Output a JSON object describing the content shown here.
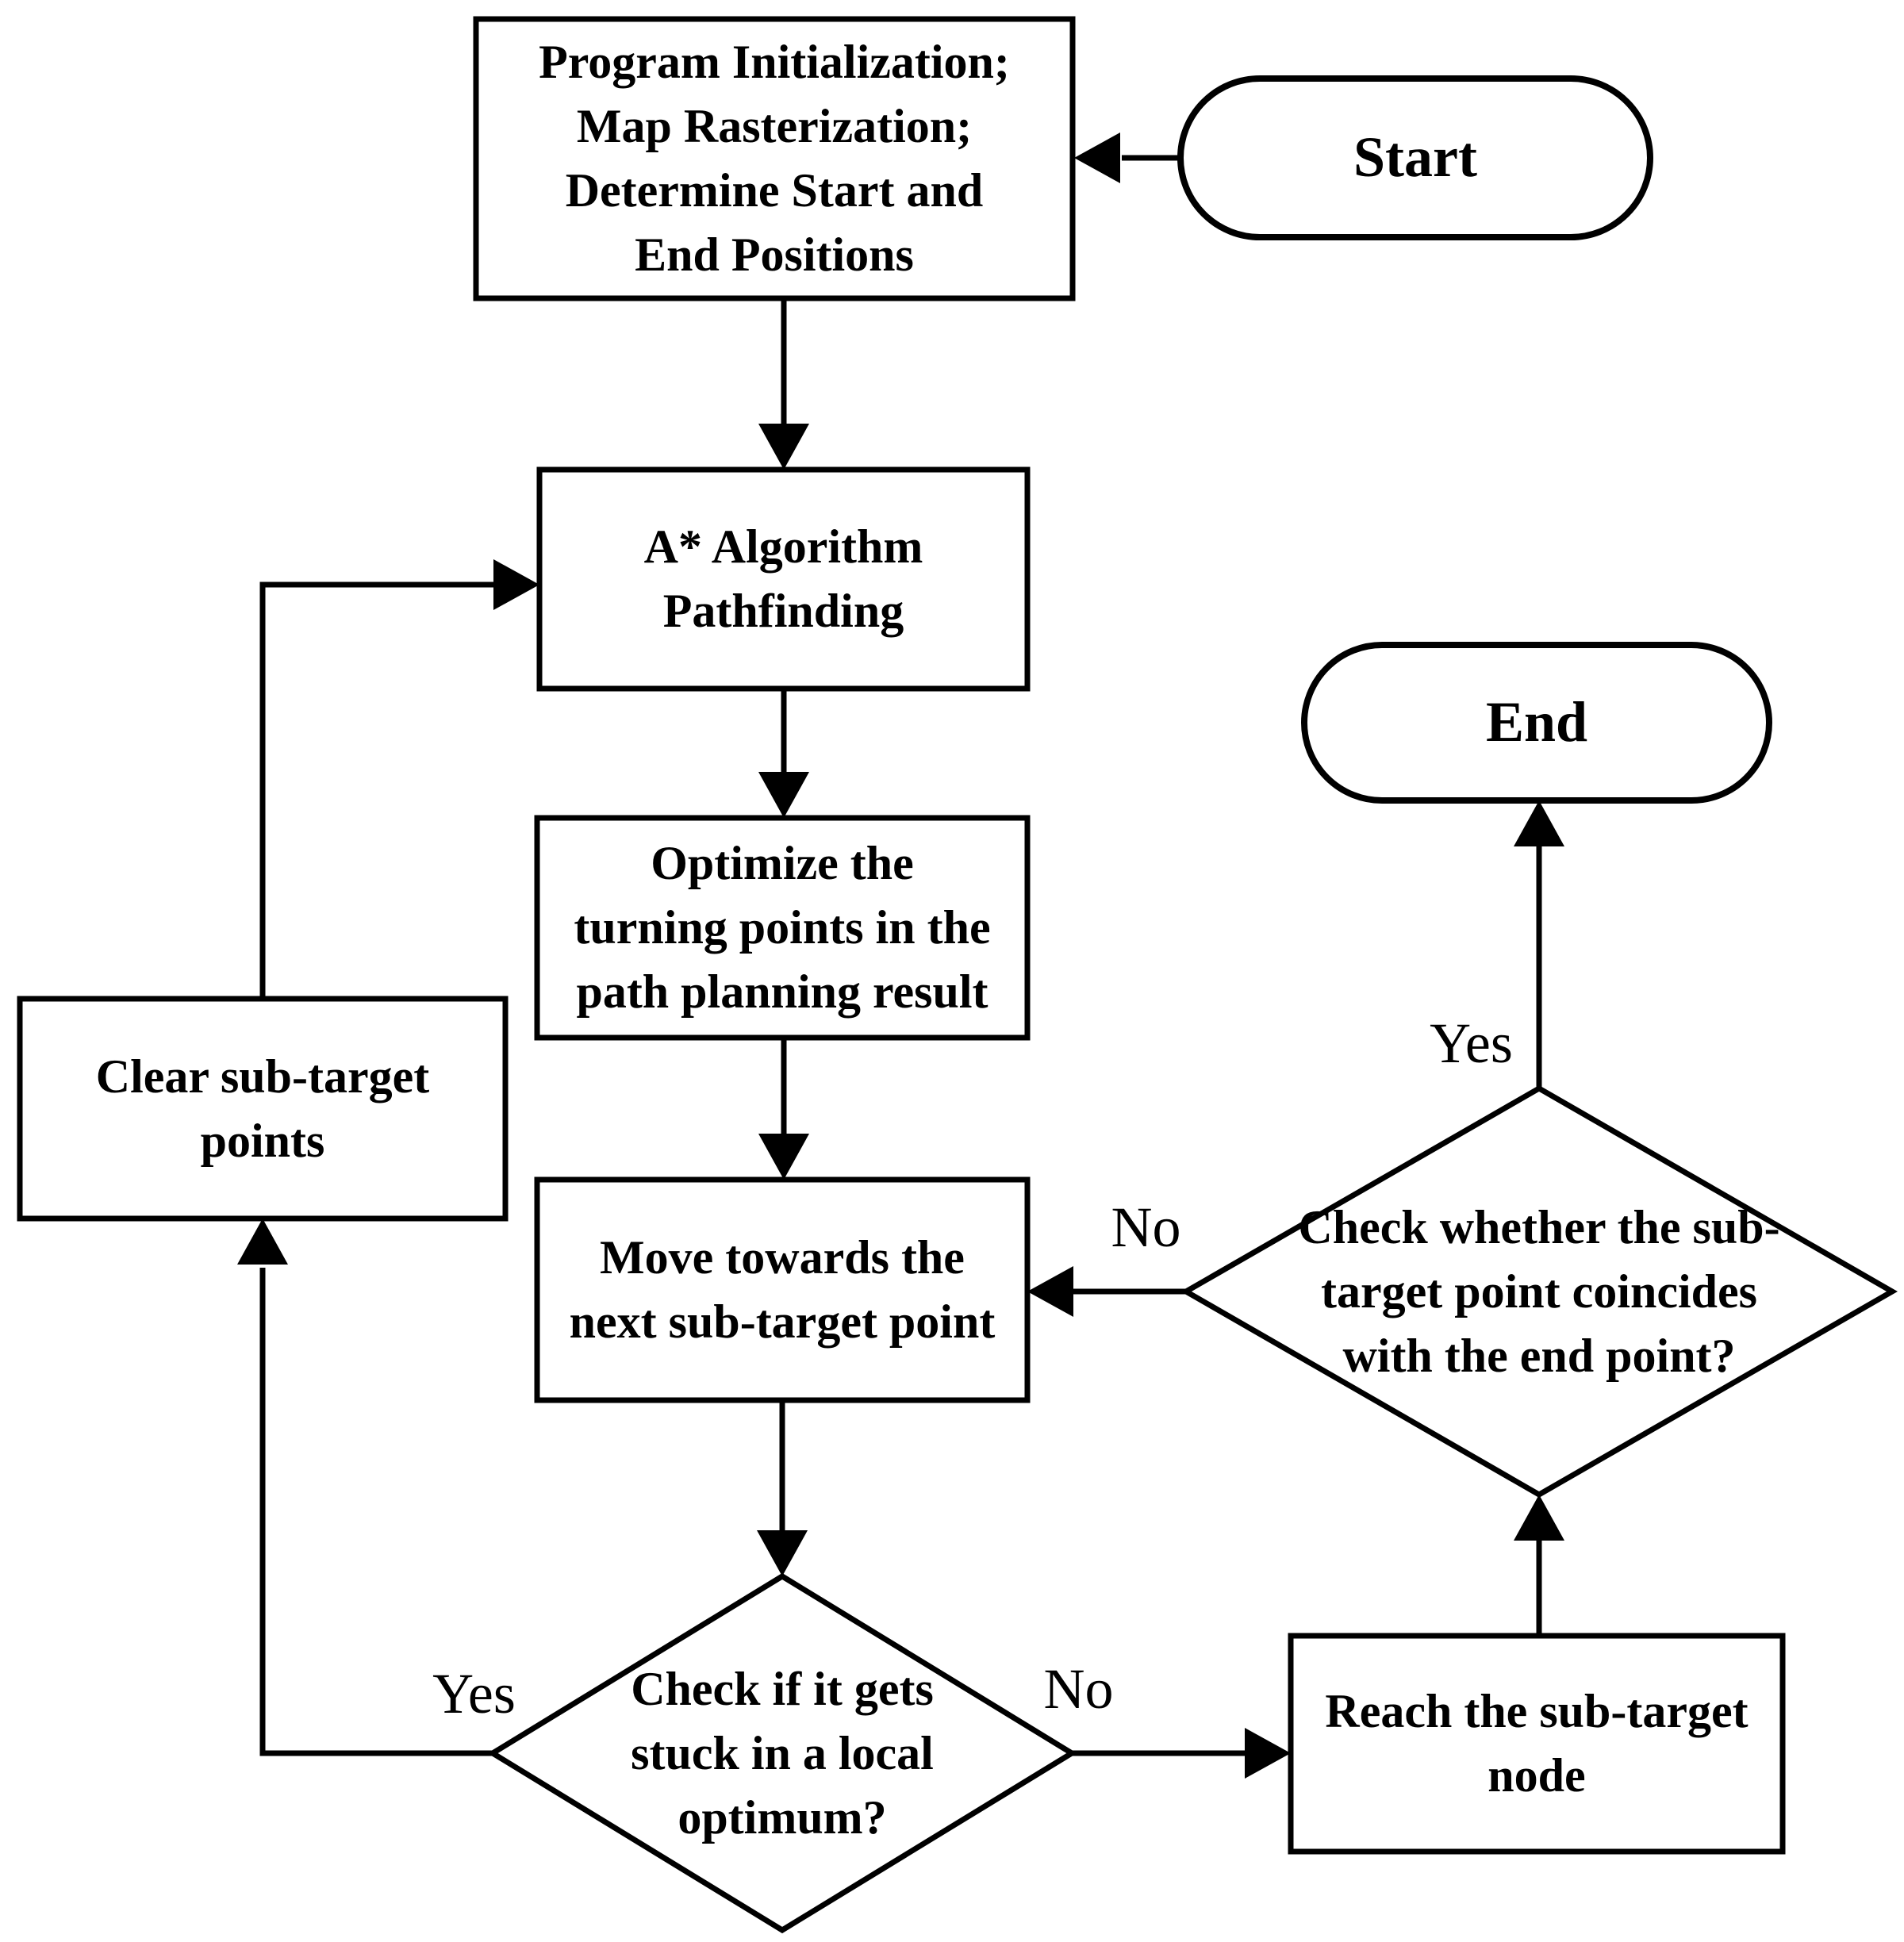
{
  "diagram": {
    "type": "flowchart",
    "colors": {
      "stroke": "#000000",
      "background": "#ffffff",
      "text": "#000000"
    },
    "nodes": {
      "start": {
        "type": "terminator",
        "label": "Start"
      },
      "init": {
        "type": "process",
        "label": "Program Initialization;\nMap Rasterization;\nDetermine Start and\nEnd Positions"
      },
      "astar": {
        "type": "process",
        "label": "A* Algorithm\nPathfinding"
      },
      "optimize": {
        "type": "process",
        "label": "Optimize the\nturning points in the\npath planning result"
      },
      "move": {
        "type": "process",
        "label": "Move towards the\nnext sub-target point"
      },
      "stuck": {
        "type": "decision",
        "label": "Check if it gets\nstuck in a local\noptimum?"
      },
      "clear": {
        "type": "process",
        "label": "Clear sub-target\npoints"
      },
      "reach": {
        "type": "process",
        "label": "Reach the sub-target\nnode"
      },
      "coincide": {
        "type": "decision",
        "label": "Check whether the sub-\ntarget point coincides\nwith the end point?"
      },
      "end": {
        "type": "terminator",
        "label": "End"
      }
    },
    "edges": [
      {
        "from": "start",
        "to": "init",
        "label": ""
      },
      {
        "from": "init",
        "to": "astar",
        "label": ""
      },
      {
        "from": "astar",
        "to": "optimize",
        "label": ""
      },
      {
        "from": "optimize",
        "to": "move",
        "label": ""
      },
      {
        "from": "move",
        "to": "stuck",
        "label": ""
      },
      {
        "from": "stuck",
        "to": "clear",
        "label": "Yes"
      },
      {
        "from": "clear",
        "to": "astar",
        "label": ""
      },
      {
        "from": "stuck",
        "to": "reach",
        "label": "No"
      },
      {
        "from": "reach",
        "to": "coincide",
        "label": ""
      },
      {
        "from": "coincide",
        "to": "move",
        "label": "No"
      },
      {
        "from": "coincide",
        "to": "end",
        "label": "Yes"
      }
    ],
    "edge_labels": {
      "stuck_yes": "Yes",
      "stuck_no": "No",
      "coincide_no": "No",
      "coincide_yes": "Yes"
    }
  }
}
